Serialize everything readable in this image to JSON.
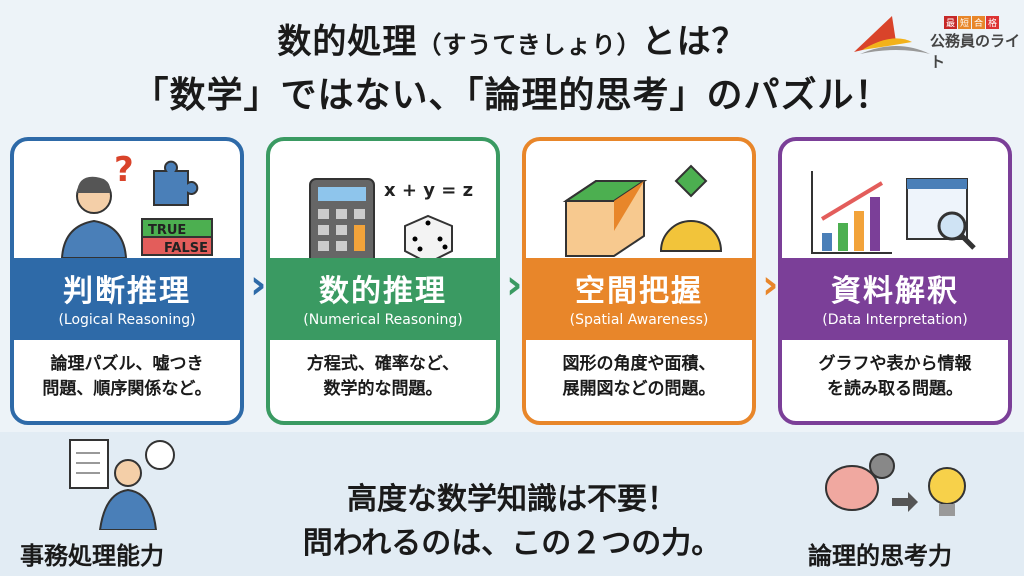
{
  "header": {
    "title_main": "数的処理",
    "title_reading": "（すうてきしょり）",
    "title_tail": "とは？",
    "subtitle": "「数学」ではない、「論理的思考」のパズル！"
  },
  "logo": {
    "tags": [
      "最",
      "短",
      "合",
      "格"
    ],
    "name": "公務員のライト"
  },
  "cards": [
    {
      "title": "判断推理",
      "en": "(Logical Reasoning)",
      "desc": [
        "論理パズル、嘘つき",
        "問題、順序関係など。"
      ],
      "color": "#2e6aa8",
      "labels": {
        "true": "TRUE",
        "false": "FALSE"
      }
    },
    {
      "title": "数的推理",
      "en": "(Numerical Reasoning)",
      "desc": [
        "方程式、確率など、",
        "数学的な問題。"
      ],
      "color": "#3a9a62",
      "equation": "x + y = z"
    },
    {
      "title": "空間把握",
      "en": "(Spatial Awareness)",
      "desc": [
        "図形の角度や面積、",
        "展開図などの問題。"
      ],
      "color": "#e8862a"
    },
    {
      "title": "資料解釈",
      "en": "(Data Interpretation)",
      "desc": [
        "グラフや表から情報",
        "を読み取る問題。"
      ],
      "color": "#7b3f98"
    }
  ],
  "bottom": {
    "message": [
      "高度な数学知識は不要！",
      "問われるのは、この２つの力。"
    ],
    "skill_left": "事務処理能力",
    "skill_right": "論理的思考力"
  }
}
